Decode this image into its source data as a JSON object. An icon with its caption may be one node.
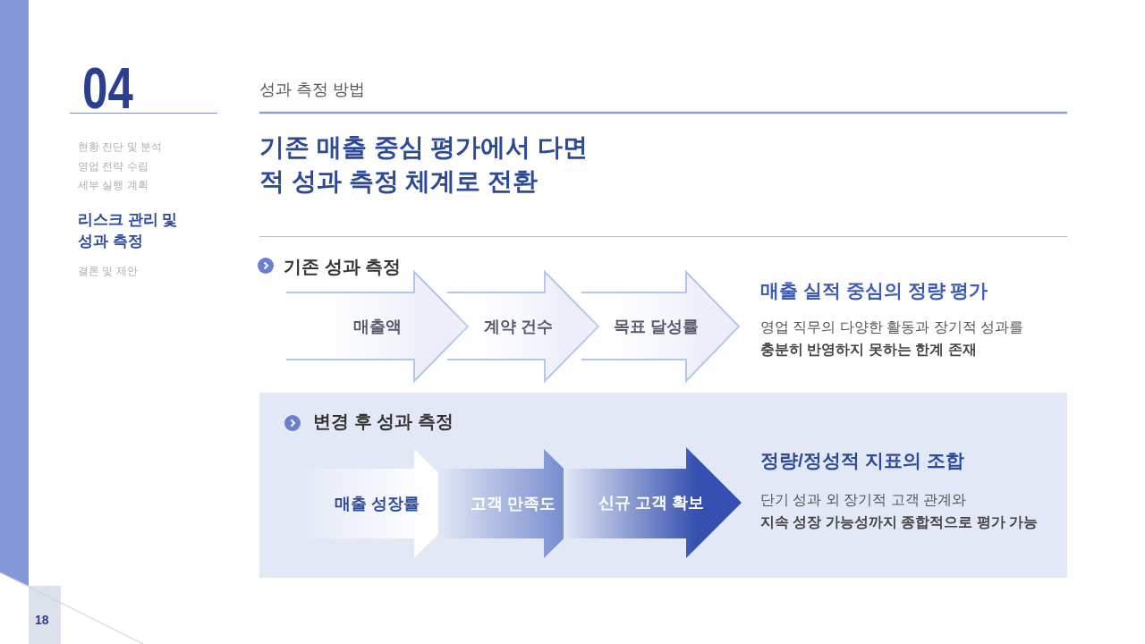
{
  "diagram": {
    "title": "기존 매출 중심 평가에서 다면적 성과 측정 체계로 전환",
    "nodes": [
      {
        "text": [
          "매출액"
        ]
      },
      {
        "text": [
          "계약 건수"
        ]
      },
      {
        "text": [
          "목표 달성률"
        ]
      },
      {
        "text": [
          "변경 후 성과 측정",
          "정량/정성적 지표의 조합",
          "단기 성과 외 장기적 고객 관계와",
          "지속 성장 가능성까지 종합적으로 평가 가능"
        ]
      },
      {
        "text": [
          "매출 성장률"
        ],
        "in": 3
      },
      {
        "text": [
          "고객 만족도"
        ],
        "in": 3
      },
      {
        "text": [
          "신규 고객 확보"
        ],
        "in": 3
      }
    ],
    "labels": [
      "04",
      "현황 진단 및 분석",
      "영업 전략 수립",
      "세부 실행 계획",
      "리스크 관리 및 성과 측정",
      "결론 및 제안",
      "성과 측정 방법",
      "기존 성과 측정",
      "매출 실적 중심의 정량 평가",
      "영업 직무의 다양한 활동과 장기적 성과를",
      "충분히 반영하지 못하는 한계 존재",
      "18"
    ]
  }
}
